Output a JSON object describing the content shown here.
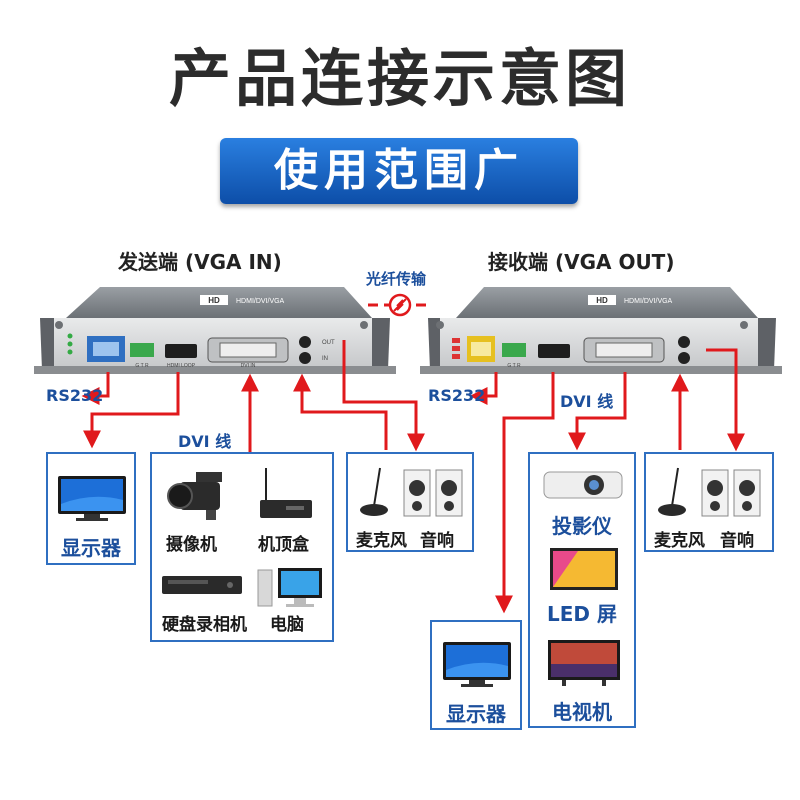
{
  "title": "产品连接示意图",
  "banner": "使用范围广",
  "sender": {
    "label": "发送端 (VGA IN)",
    "ports": {
      "hdmi": "HDMI LOOP",
      "dvi": "DVI IN",
      "out": "OUT",
      "in": "IN",
      "serial": "G T R"
    }
  },
  "receiver": {
    "label": "接收端 (VGA OUT)",
    "ports": {
      "serial": "G T R"
    }
  },
  "link_label": "光纤传输",
  "device_badge": "HD",
  "device_model": "HDMI/DVI/VGA",
  "labels": {
    "rs232_left": "RS232",
    "rs232_right": "RS232",
    "dvi_line_left": "DVI 线",
    "dvi_line_right": "DVI 线"
  },
  "devices": {
    "monitor_left": "显示器",
    "camera": "摄像机",
    "settop": "机顶盒",
    "dvr": "硬盘录相机",
    "pc": "电脑",
    "mic_left": "麦克风",
    "speaker_left": "音响",
    "projector": "投影仪",
    "led": "LED 屏",
    "tv": "电视机",
    "mic_right": "麦克风",
    "speaker_right": "音响",
    "monitor_bottom": "显示器"
  },
  "colors": {
    "accent_blue": "#1c4f9c",
    "arrow_red": "#e0191c",
    "box_border": "#2f6fc1"
  }
}
